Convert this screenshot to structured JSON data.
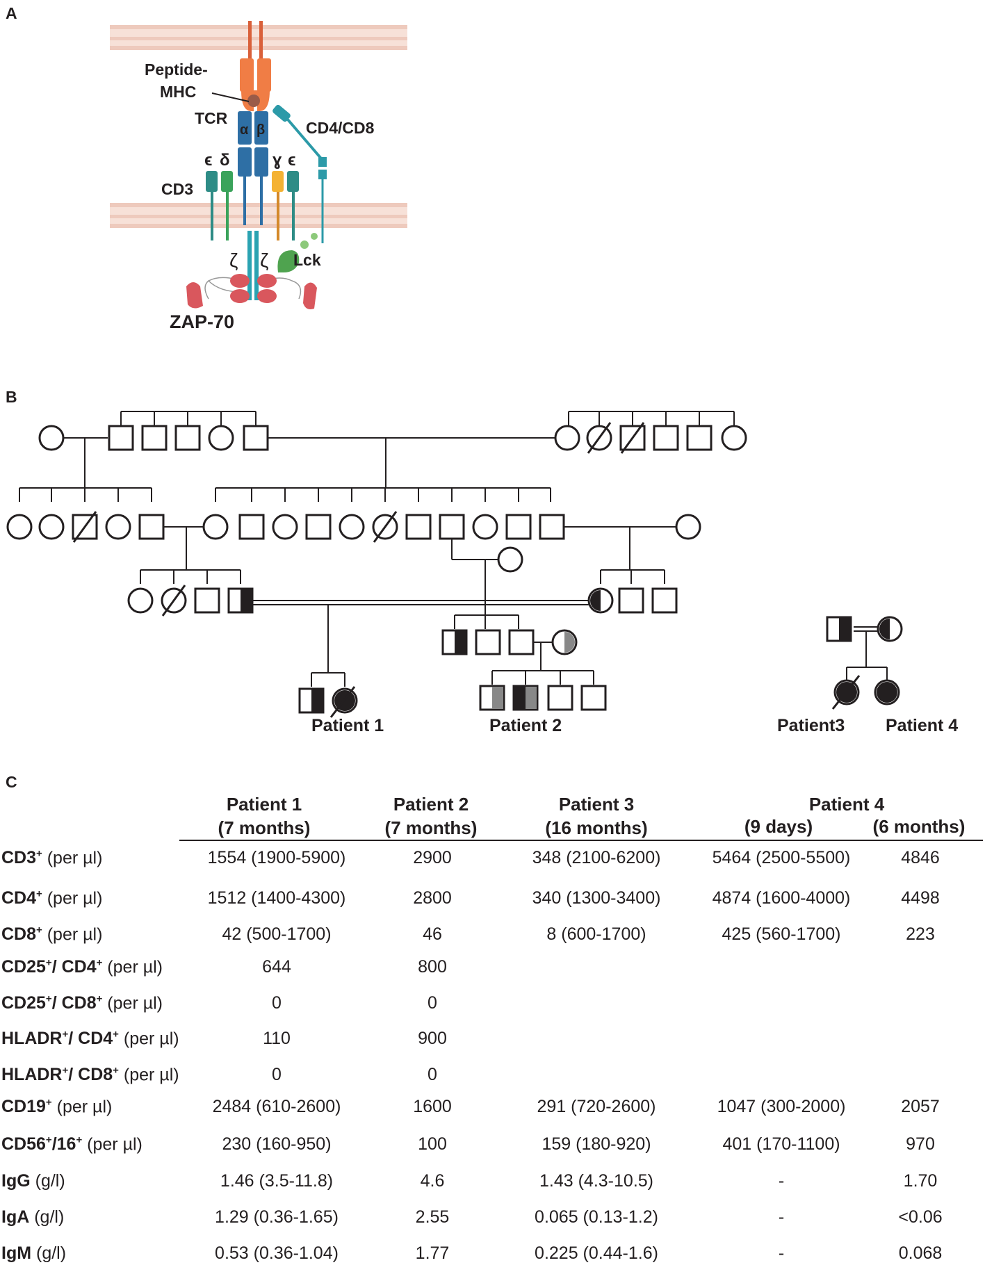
{
  "panels": {
    "a": "A",
    "b": "B",
    "c": "C"
  },
  "panel_a": {
    "labels": {
      "peptide_mhc_line1": "Peptide-",
      "peptide_mhc_line2": "MHC",
      "tcr": "TCR",
      "alpha": "α",
      "beta": "β",
      "cd4_cd8": "CD4/CD8",
      "epsilon_left": "ϵ",
      "delta": "δ",
      "gamma": "ɣ",
      "epsilon_right": "ϵ",
      "cd3": "CD3",
      "zeta_left": "ζ",
      "zeta_right": "ζ",
      "lck": "Lck",
      "zap70": "ZAP-70"
    },
    "colors": {
      "membrane": "#f2d3c8",
      "mhc": "#f07d45",
      "tcr": "#2e6fa5",
      "cd4": "#2c9aa8",
      "cd3_teal": "#2e8c86",
      "cd3_green": "#3aa35b",
      "cd3_yellow": "#f4b233",
      "zeta": "#2aa3b2",
      "lck": "#4fa34f",
      "zap70": "#d9575d"
    }
  },
  "panel_b": {
    "labels": {
      "patient1": "Patient 1",
      "patient2": "Patient 2",
      "patient3": "Patient3",
      "patient4": "Patient 4"
    }
  },
  "panel_c": {
    "headers": {
      "p1_line1": "Patient 1",
      "p1_line2": "(7 months)",
      "p2_line1": "Patient 2",
      "p2_line2": "(7 months)",
      "p3_line1": "Patient 3",
      "p3_line2": "(16 months)",
      "p4_line1": "Patient 4",
      "p4_a": "(9 days)",
      "p4_b": "(6 months)"
    },
    "rows": [
      {
        "marker": "CD3",
        "sup": "+",
        "unit": " (per µl)",
        "values": [
          "1554 (1900-5900)",
          "2900",
          "348 (2100-6200)",
          "5464 (2500-5500)",
          "4846"
        ]
      },
      {
        "marker": "CD4",
        "sup": "+",
        "unit": " (per µl)",
        "values": [
          "1512 (1400-4300)",
          "2800",
          "340 (1300-3400)",
          "4874 (1600-4000)",
          "4498"
        ]
      },
      {
        "marker": "CD8",
        "sup": "+",
        "unit": " (per µl)",
        "values": [
          "42 (500-1700)",
          "46",
          "8 (600-1700)",
          "425 (560-1700)",
          "223"
        ]
      },
      {
        "marker": "CD25",
        "sup": "+",
        "marker2": "/ CD4",
        "sup2": "+",
        "unit": " (per µl)",
        "values": [
          "644",
          "800",
          "",
          "",
          ""
        ]
      },
      {
        "marker": "CD25",
        "sup": "+",
        "marker2": "/ CD8",
        "sup2": "+",
        "unit": " (per µl)",
        "values": [
          "0",
          "0",
          "",
          "",
          ""
        ]
      },
      {
        "marker": "HLADR",
        "sup": "+",
        "marker2": "/ CD4",
        "sup2": "+",
        "unit": " (per µl)",
        "values": [
          "110",
          "900",
          "",
          "",
          ""
        ]
      },
      {
        "marker": "HLADR",
        "sup": "+",
        "marker2": "/ CD8",
        "sup2": "+",
        "unit": " (per µl)",
        "values": [
          "0",
          "0",
          "",
          "",
          ""
        ]
      },
      {
        "marker": "CD19",
        "sup": "+",
        "unit": " (per µl)",
        "values": [
          "2484 (610-2600)",
          "1600",
          "291 (720-2600)",
          "1047 (300-2000)",
          "2057"
        ]
      },
      {
        "marker": "CD56",
        "sup": "+",
        "marker2": "/16",
        "sup2": "+",
        "unit": " (per µl)",
        "values": [
          "230 (160-950)",
          "100",
          "159 (180-920)",
          "401 (170-1100)",
          "970"
        ]
      },
      {
        "marker": "IgG",
        "sup": "",
        "unit": " (g/l)",
        "values": [
          "1.46 (3.5-11.8)",
          "4.6",
          "1.43 (4.3-10.5)",
          "-",
          "1.70"
        ]
      },
      {
        "marker": "IgA",
        "sup": "",
        "unit": " (g/l)",
        "values": [
          "1.29 (0.36-1.65)",
          "2.55",
          "0.065 (0.13-1.2)",
          "-",
          "<0.06"
        ]
      },
      {
        "marker": "IgM",
        "sup": "",
        "unit": " (g/l)",
        "values": [
          "0.53 (0.36-1.04)",
          "1.77",
          "0.225 (0.44-1.6)",
          "-",
          "0.068"
        ]
      }
    ]
  }
}
